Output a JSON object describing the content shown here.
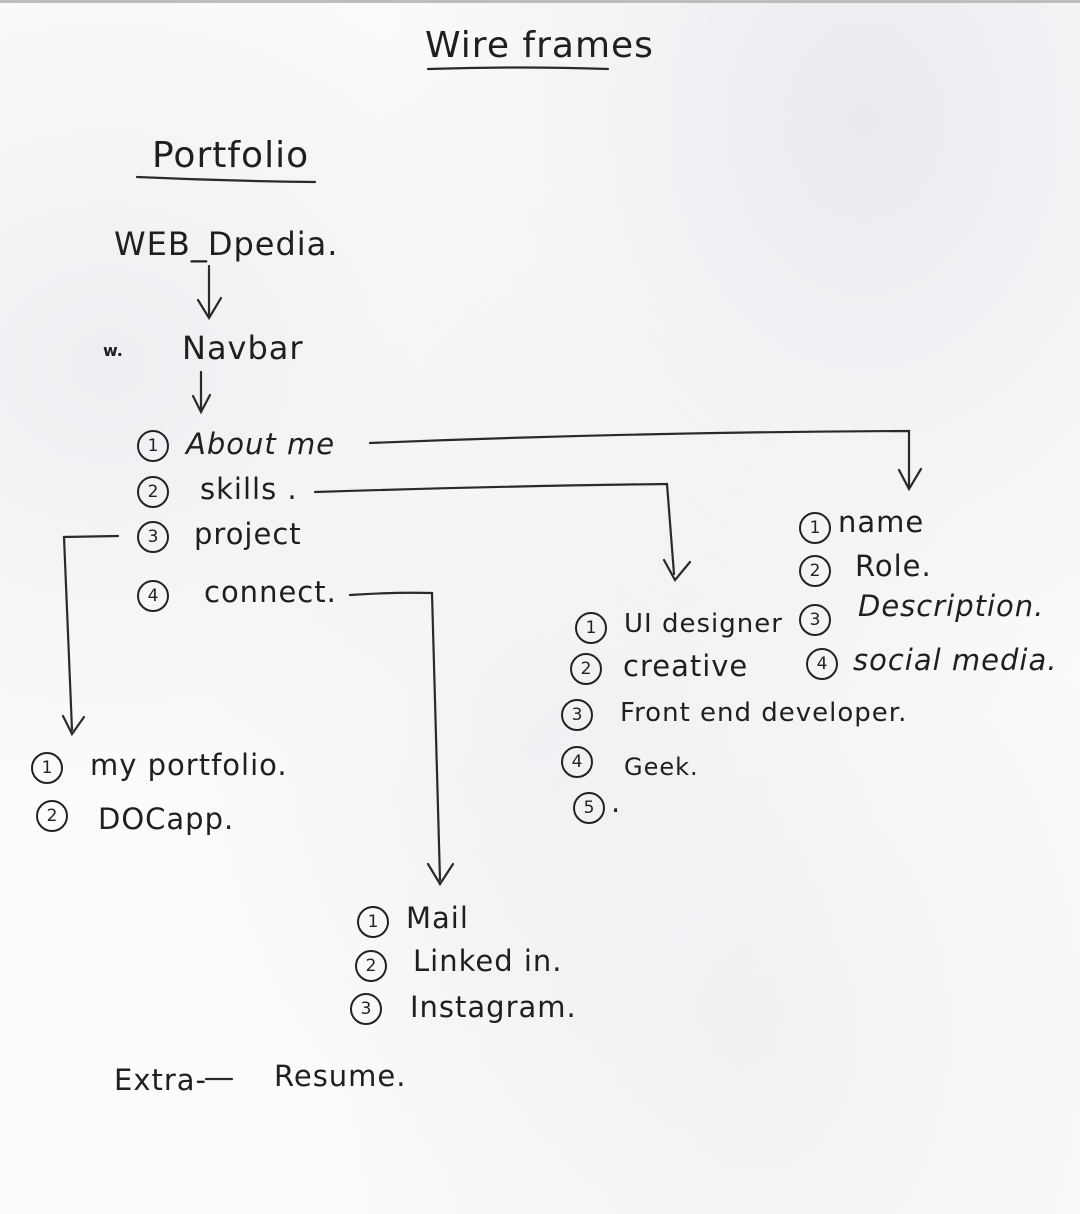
{
  "title": "Wire frames",
  "section_title": "Portfolio",
  "root_node": "WEB_Dpedia.",
  "marker": "w.",
  "navbar_label": "Navbar",
  "navbar_items": [
    {
      "num": "1",
      "label": "About me"
    },
    {
      "num": "2",
      "label": "skills ."
    },
    {
      "num": "3",
      "label": "project"
    },
    {
      "num": "4",
      "label": "connect."
    }
  ],
  "about_items": [
    {
      "num": "1",
      "label": "name"
    },
    {
      "num": "2",
      "label": "Role."
    },
    {
      "num": "3",
      "label": "Description."
    },
    {
      "num": "4",
      "label": "social media."
    }
  ],
  "skills_items": [
    {
      "num": "1",
      "label": "UI designer"
    },
    {
      "num": "2",
      "label": "creative"
    },
    {
      "num": "3",
      "label": "Front end developer."
    },
    {
      "num": "4",
      "label": "Geek."
    },
    {
      "num": "5",
      "label": "."
    }
  ],
  "project_items": [
    {
      "num": "1",
      "label": "my portfolio."
    },
    {
      "num": "2",
      "label": "DOCapp."
    }
  ],
  "connect_items": [
    {
      "num": "1",
      "label": "Mail"
    },
    {
      "num": "2",
      "label": "Linked in."
    },
    {
      "num": "3",
      "label": "Instagram."
    }
  ],
  "extra_label": "Extra-",
  "extra_value": "Resume."
}
